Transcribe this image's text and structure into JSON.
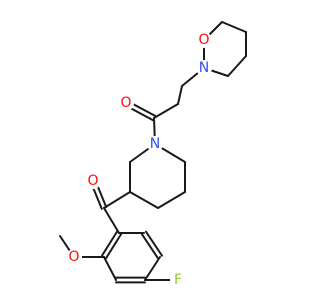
{
  "colors": {
    "bond": "#1a1a1a",
    "oxygen": "#ff0d0d",
    "nitrogen": "#3050f8",
    "fluorine": "#90c83c"
  },
  "atoms": [
    {
      "id": "ring_o",
      "element": "O",
      "label": "O"
    },
    {
      "id": "ring_n",
      "element": "N",
      "label": "N"
    },
    {
      "id": "amide_o",
      "element": "O",
      "label": "O"
    },
    {
      "id": "pip_n",
      "element": "N",
      "label": "N"
    },
    {
      "id": "ketone_o",
      "element": "O",
      "label": "O"
    },
    {
      "id": "methoxy_o",
      "element": "O",
      "label": "O"
    },
    {
      "id": "fluorine",
      "element": "F",
      "label": "F"
    }
  ]
}
